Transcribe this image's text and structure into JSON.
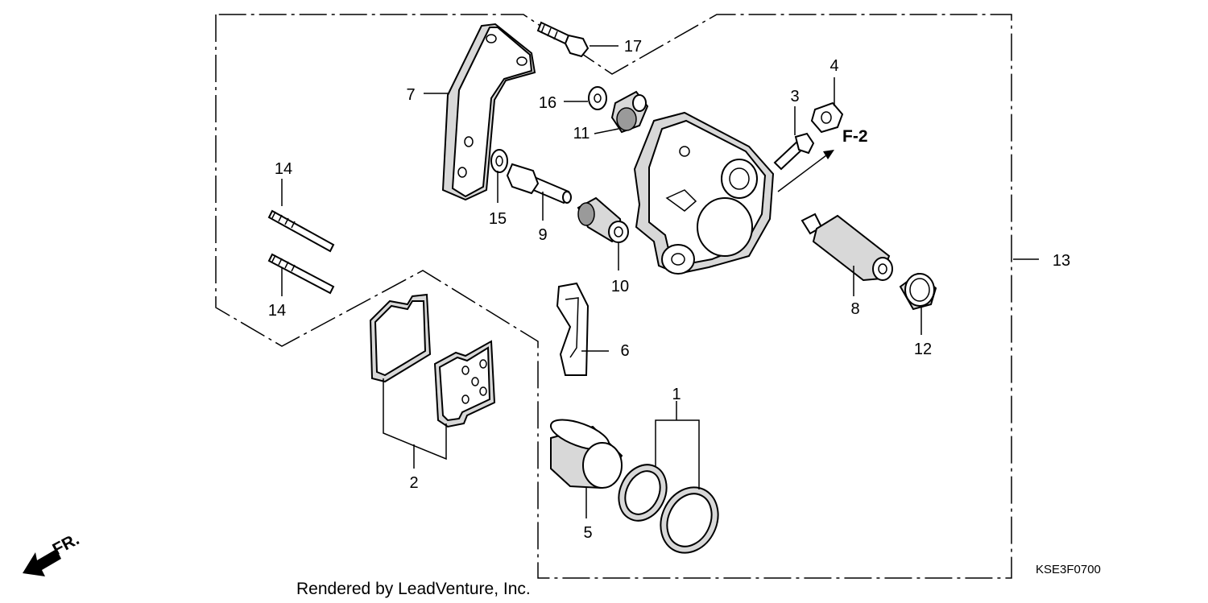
{
  "diagram": {
    "callouts": {
      "p1": "1",
      "p2": "2",
      "p3": "3",
      "p4": "4",
      "p5": "5",
      "p6": "6",
      "p7": "7",
      "p8": "8",
      "p9": "9",
      "p10": "10",
      "p11": "11",
      "p12": "12",
      "p13": "13",
      "p14a": "14",
      "p14b": "14",
      "p15": "15",
      "p16": "16",
      "p17": "17"
    },
    "reference_label": "F-2",
    "direction_label": "FR.",
    "diagram_code": "KSE3F0700",
    "credit": "Rendered by LeadVenture, Inc."
  }
}
